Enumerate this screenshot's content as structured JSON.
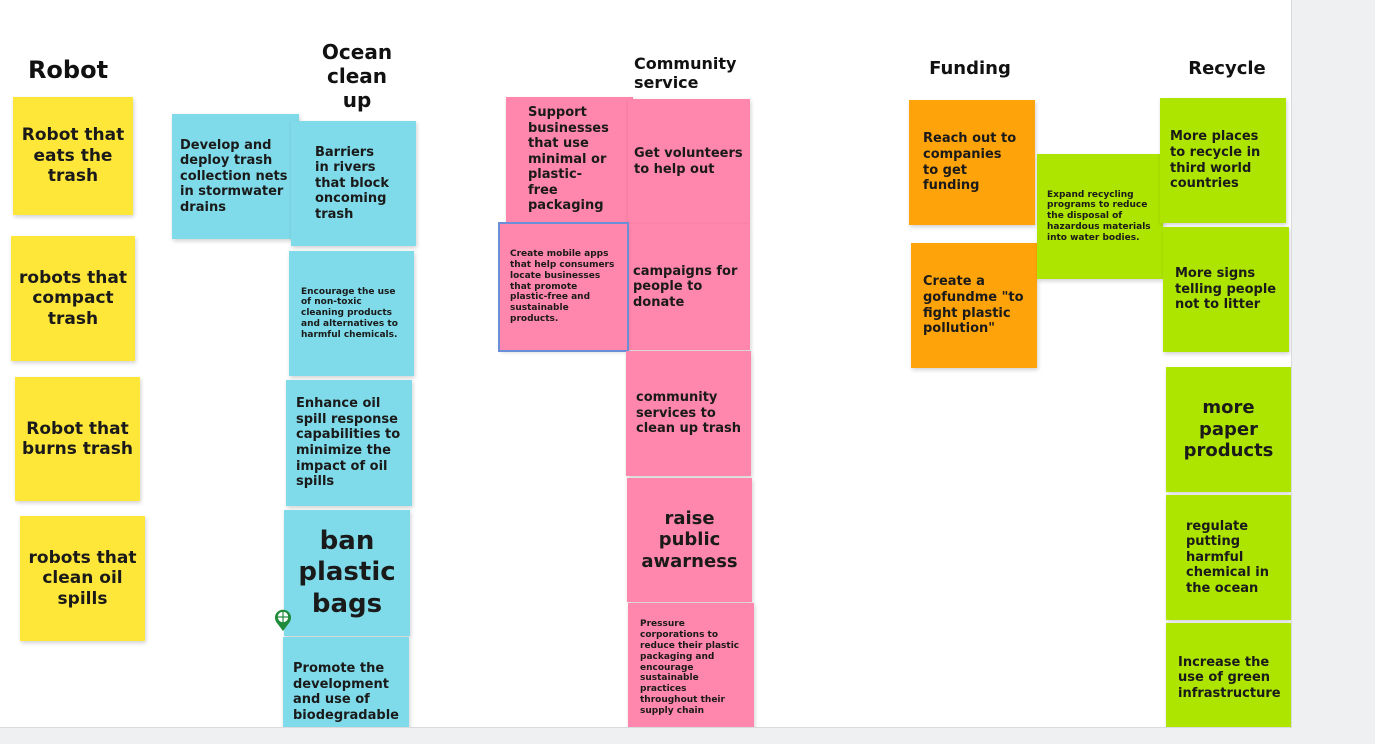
{
  "board": {
    "headings": {
      "robot": "Robot",
      "ocean": "Ocean clean up",
      "community": "Community service",
      "funding": "Funding",
      "recycle": "Recycle"
    },
    "robot_notes": [
      "Robot that eats the trash",
      "robots that compact trash",
      "Robot that burns trash",
      "robots that clean oil spills"
    ],
    "ocean_notes": [
      "Develop and deploy trash collection nets in stormwater drains",
      "Barriers in rivers that block oncoming trash",
      "Encourage the use of non-toxic cleaning products and alternatives to harmful chemicals.",
      "Enhance oil spill response capabilities to minimize the impact of oil spills",
      "ban plastic bags",
      "Promote the development and use of biodegradable"
    ],
    "community_notes": [
      "Support businesses that use minimal or plastic-free packaging",
      "Get volunteers to help out",
      "Create mobile apps that help consumers locate businesses that promote plastic-free and sustainable products.",
      "campaigns for people to donate",
      "community services to clean up trash",
      "raise public awarness",
      "Pressure corporations to reduce their plastic packaging and encourage sustainable practices throughout their supply chain"
    ],
    "funding_notes": [
      "Reach out to companies to get funding",
      "Create a gofundme \"to fight plastic pollution\""
    ],
    "recycle_notes": [
      "Expand recycling programs to reduce the disposal of hazardous materials into water bodies.",
      "More places to recycle in third world countries",
      "More signs telling people not to litter",
      "more paper products",
      "regulate putting harmful chemical in the ocean",
      "Increase the use of green infrastructure"
    ],
    "colors": {
      "robot": "#ffe73a",
      "ocean": "#7fdbe9",
      "community": "#ff86ac",
      "funding": "#ffa30a",
      "recycle": "#aee500"
    },
    "cursor_icon": "crosshair-cursor-icon"
  }
}
